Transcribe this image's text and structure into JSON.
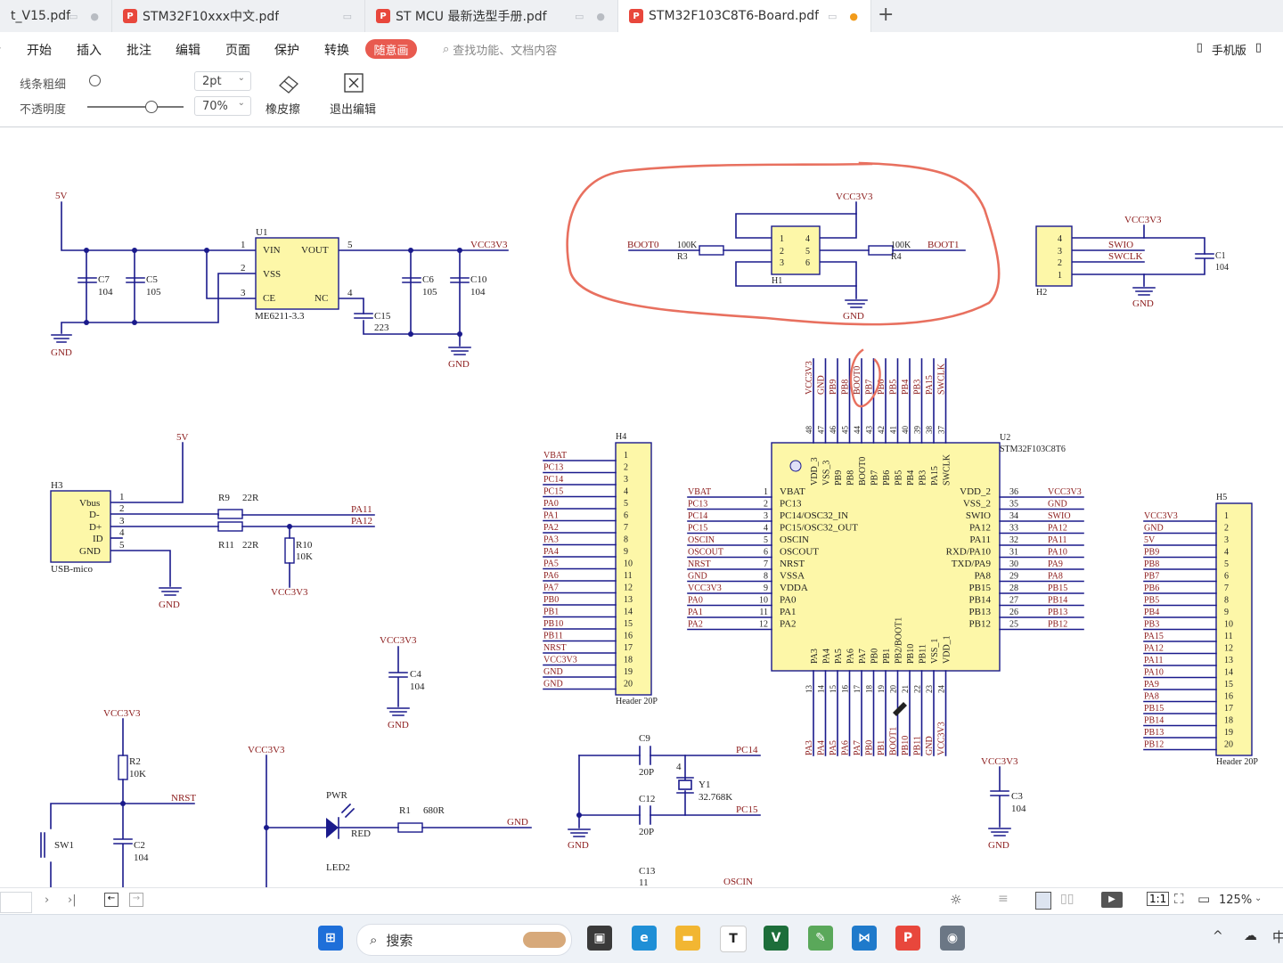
{
  "tabs": [
    {
      "label": "t_V15.pdf"
    },
    {
      "label": "STM32F10xxx中文.pdf"
    },
    {
      "label": "ST MCU 最新选型手册.pdf"
    },
    {
      "label": "STM32F103C8T6-Board.pdf"
    }
  ],
  "menu": {
    "items": [
      "开始",
      "插入",
      "批注",
      "编辑",
      "页面",
      "保护",
      "转换"
    ],
    "highlight": "随意画",
    "search_placeholder": "查找功能、文档内容",
    "mobile": "手机版"
  },
  "toolbar": {
    "line_width_label": "线条粗细",
    "opacity_label": "不透明度",
    "line_width_value": "2pt",
    "opacity_value": "70%",
    "eraser_label": "橡皮擦",
    "exit_label": "退出编辑"
  },
  "schematic": {
    "power": {
      "u1": "U1",
      "u1_part": "ME6211-3.3",
      "vin": "VIN",
      "vout": "VOUT",
      "vss": "VSS",
      "ce": "CE",
      "nc": "NC",
      "p1": "1",
      "p2": "2",
      "p3": "3",
      "p4": "4",
      "p5": "5",
      "c7": "C7",
      "c7v": "104",
      "c5": "C5",
      "c5v": "105",
      "c6": "C6",
      "c6v": "105",
      "c10": "C10",
      "c10v": "104",
      "c15": "C15",
      "c15v": "223",
      "v5": "5V",
      "vcc": "VCC3V3",
      "gnd": "GND"
    },
    "boot": {
      "vcc": "VCC3V3",
      "boot0": "BOOT0",
      "boot1": "BOOT1",
      "r3": "R3",
      "r3v": "100K",
      "r4": "R4",
      "r4v": "100K",
      "h1": "H1",
      "gnd": "GND",
      "pins_l": [
        "1",
        "2",
        "3"
      ],
      "pins_r": [
        "4",
        "5",
        "6"
      ]
    },
    "swd": {
      "vcc": "VCC3V3",
      "swio": "SWIO",
      "swclk": "SWCLK",
      "h2": "H2",
      "c1": "C1",
      "c1v": "104",
      "gnd": "GND",
      "pins": [
        "4",
        "3",
        "2",
        "1"
      ]
    },
    "usb": {
      "h3": "H3",
      "name": "USB-mico",
      "pins": [
        "Vbus",
        "D-",
        "D+",
        "ID",
        "GND"
      ],
      "nums": [
        "1",
        "2",
        "3",
        "4",
        "5"
      ],
      "r9": "R9",
      "r9v": "22R",
      "r11": "R11",
      "r11v": "22R",
      "r10": "R10",
      "r10v": "10K",
      "pa11": "PA11",
      "pa12": "PA12",
      "v5": "5V",
      "gnd": "GND",
      "vcc": "VCC3V3"
    },
    "c4": {
      "vcc": "VCC3V3",
      "c": "C4",
      "v": "104",
      "gnd": "GND"
    },
    "reset": {
      "vcc": "VCC3V3",
      "r2": "R2",
      "r2v": "10K",
      "nrst": "NRST",
      "sw1": "SW1",
      "c2": "C2",
      "c2v": "104"
    },
    "led": {
      "vcc": "VCC3V3",
      "pwr": "PWR",
      "red": "RED",
      "r1": "R1",
      "r1v": "680R",
      "gnd": "GND",
      "led2": "LED2"
    },
    "xtal": {
      "c9": "C9",
      "c9v": "20P",
      "c12": "C12",
      "c12v": "20P",
      "y1": "Y1",
      "y1v": "32.768K",
      "pc14": "PC14",
      "pc15": "PC15",
      "gnd": "GND",
      "c13": "C13",
      "c13v": "11",
      "oscin": "OSCIN",
      "pin": "4"
    },
    "c3": {
      "vcc": "VCC3V3",
      "c": "C3",
      "v": "104",
      "gnd": "GND"
    },
    "h4": {
      "name": "H4",
      "footer": "Header 20P",
      "nets": [
        "VBAT",
        "PC13",
        "PC14",
        "PC15",
        "PA0",
        "PA1",
        "PA2",
        "PA3",
        "PA4",
        "PA5",
        "PA6",
        "PA7",
        "PB0",
        "PB1",
        "PB10",
        "PB11",
        "NRST",
        "VCC3V3",
        "GND",
        "GND"
      ],
      "nums": [
        "1",
        "2",
        "3",
        "4",
        "5",
        "6",
        "7",
        "8",
        "9",
        "10",
        "11",
        "12",
        "13",
        "14",
        "15",
        "16",
        "17",
        "18",
        "19",
        "20"
      ]
    },
    "h5": {
      "name": "H5",
      "footer": "Header 20P",
      "nets": [
        "VCC3V3",
        "GND",
        "5V",
        "PB9",
        "PB8",
        "PB7",
        "PB6",
        "PB5",
        "PB4",
        "PB3",
        "PA15",
        "PA12",
        "PA11",
        "PA10",
        "PA9",
        "PA8",
        "PB15",
        "PB14",
        "PB13",
        "PB12"
      ],
      "nums": [
        "1",
        "2",
        "3",
        "4",
        "5",
        "6",
        "7",
        "8",
        "9",
        "10",
        "11",
        "12",
        "13",
        "14",
        "15",
        "16",
        "17",
        "18",
        "19",
        "20"
      ]
    },
    "mcu": {
      "name": "U2",
      "part": "STM32F103C8T6",
      "left_in": [
        "VBAT",
        "PC13",
        "PC14/OSC32_IN",
        "PC15/OSC32_OUT",
        "OSCIN",
        "OSCOUT",
        "NRST",
        "VSSA",
        "VDDA",
        "PA0",
        "PA1",
        "PA2"
      ],
      "left_nets": [
        "VBAT",
        "PC13",
        "PC14",
        "PC15",
        "OSCIN",
        "OSCOUT",
        "NRST",
        "GND",
        "VCC3V3",
        "PA0",
        "PA1",
        "PA2"
      ],
      "left_nums": [
        "1",
        "2",
        "3",
        "4",
        "5",
        "6",
        "7",
        "8",
        "9",
        "10",
        "11",
        "12"
      ],
      "right_in": [
        "VDD_2",
        "VSS_2",
        "SWIO",
        "PA12",
        "PA11",
        "RXD/PA10",
        "TXD/PA9",
        "PA8",
        "PB15",
        "PB14",
        "PB13",
        "PB12"
      ],
      "right_nets": [
        "VCC3V3",
        "GND",
        "SWIO",
        "PA12",
        "PA11",
        "PA10",
        "PA9",
        "PA8",
        "PB15",
        "PB14",
        "PB13",
        "PB12"
      ],
      "right_nums": [
        "36",
        "35",
        "34",
        "33",
        "32",
        "31",
        "30",
        "29",
        "28",
        "27",
        "26",
        "25"
      ],
      "top_in": [
        "VDD_3",
        "VSS_3",
        "PB9",
        "PB8",
        "BOOT0",
        "PB7",
        "PB6",
        "PB5",
        "PB4",
        "PB3",
        "PA15",
        "SWCLK"
      ],
      "top_nets": [
        "VCC3V3",
        "GND",
        "PB9",
        "PB8",
        "BOOT0",
        "PB7",
        "PB6",
        "PB5",
        "PB4",
        "PB3",
        "PA15",
        "SWCLK"
      ],
      "top_nums": [
        "48",
        "47",
        "46",
        "45",
        "44",
        "43",
        "42",
        "41",
        "40",
        "39",
        "38",
        "37"
      ],
      "bottom_in": [
        "PA3",
        "PA4",
        "PA5",
        "PA6",
        "PA7",
        "PB0",
        "PB1",
        "PB2/BOOT1",
        "PB10",
        "PB11",
        "VSS_1",
        "VDD_1"
      ],
      "bottom_nets": [
        "PA3",
        "PA4",
        "PA5",
        "PA6",
        "PA7",
        "PB0",
        "PB1",
        "BOOT1",
        "PB10",
        "PB11",
        "GND",
        "VCC3V3"
      ],
      "bottom_nums": [
        "13",
        "14",
        "15",
        "16",
        "17",
        "18",
        "19",
        "20",
        "21",
        "22",
        "23",
        "24"
      ]
    }
  },
  "status": {
    "zoom": "125%"
  },
  "taskbar": {
    "search": "搜索"
  },
  "colors": {
    "wire": "#1a1a8c",
    "label": "#8b1a1a",
    "chip": "#fdf7a8",
    "annotation": "#e8705f",
    "accent": "#e8473c"
  }
}
